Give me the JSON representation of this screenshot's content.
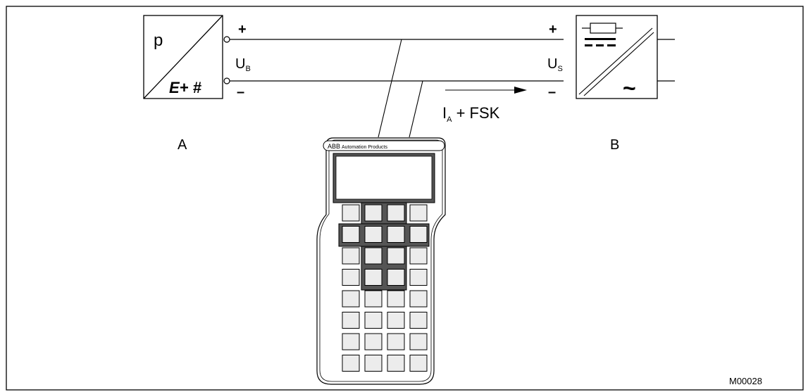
{
  "figure_id": "M00028",
  "transmitter": {
    "label": "A",
    "symbol_top": "p",
    "symbol_bottom": "E+ #",
    "terminal_plus": "+",
    "terminal_minus": "–",
    "voltage_main": "U",
    "voltage_sub": "B"
  },
  "supply": {
    "label": "B",
    "terminal_plus": "+",
    "terminal_minus": "–",
    "voltage_main": "U",
    "voltage_sub": "S",
    "ac_symbol": "~"
  },
  "signal": {
    "current_main": "I",
    "current_sub": "A",
    "suffix": " + FSK"
  },
  "handheld": {
    "brand": "ABB",
    "brand_text": "Automation Products",
    "key_rows": 8,
    "key_cols": 4
  }
}
